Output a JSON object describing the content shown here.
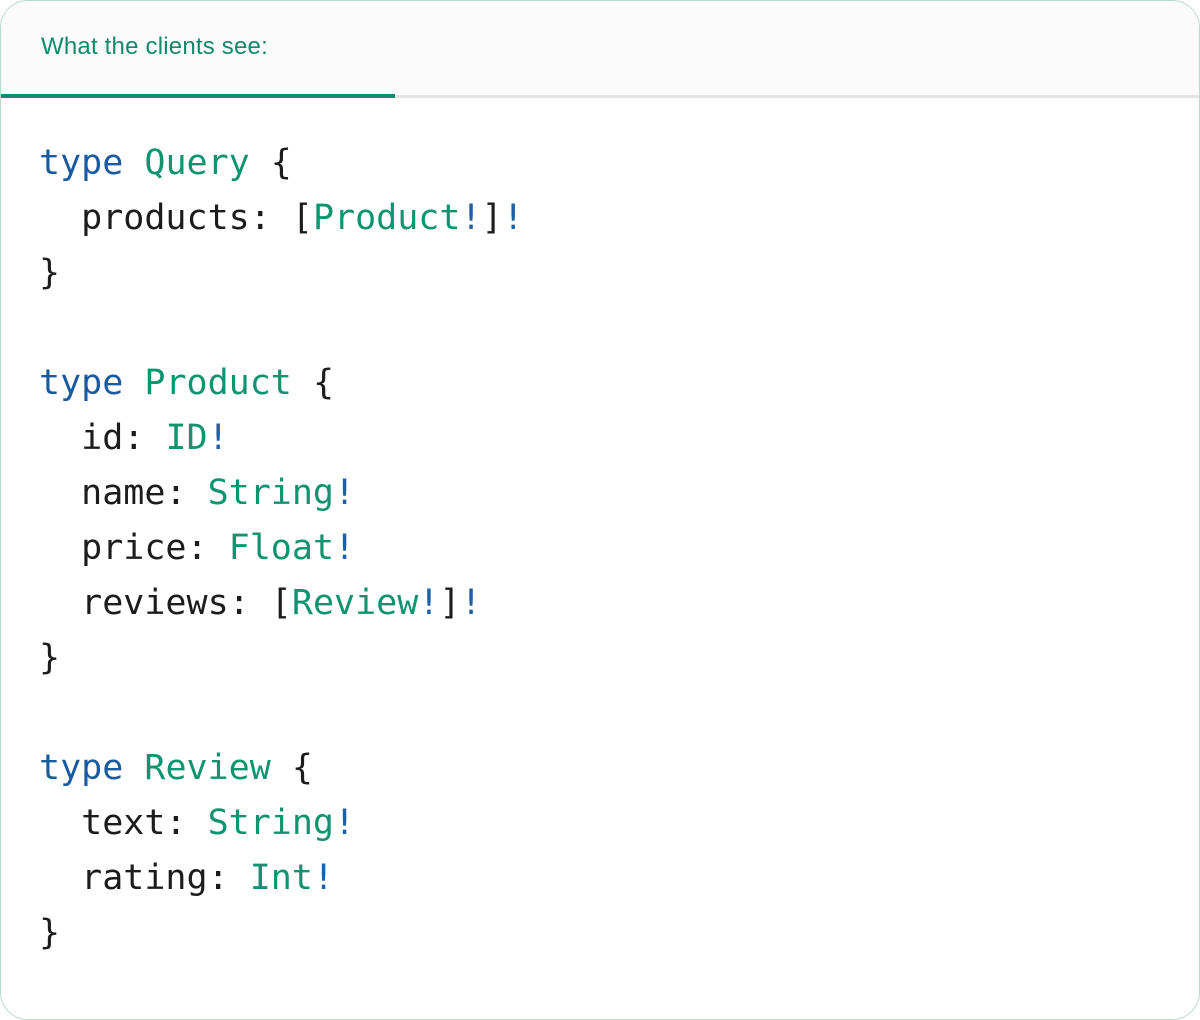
{
  "card": {
    "tab_label": "What the clients see:",
    "accent_color": "#12896c",
    "border_color": "#b7dcc9",
    "divider_color": "#e4e4e4"
  },
  "code": {
    "language": "graphql-schema",
    "colors": {
      "keyword": "#1a5a9e",
      "type": "#0f9472",
      "bang": "#1f5fa5",
      "plain": "#1c1c1c",
      "accent": "#12896c",
      "border": "#b7dcc9"
    },
    "plain_text": "type Query {\n  products: [Product!]!\n}\n\ntype Product {\n  id: ID!\n  name: String!\n  price: Float!\n  reviews: [Review!]!\n}\n\ntype Review {\n  text: String!\n  rating: Int!\n}",
    "lines": [
      [
        [
          "kw",
          "type"
        ],
        [
          "pl",
          " "
        ],
        [
          "ty",
          "Query"
        ],
        [
          "pl",
          " {"
        ]
      ],
      [
        [
          "pl",
          "  products: ["
        ],
        [
          "ty",
          "Product"
        ],
        [
          "bang",
          "!"
        ],
        [
          "pl",
          "]"
        ],
        [
          "bang",
          "!"
        ]
      ],
      [
        [
          "pl",
          "}"
        ]
      ],
      [],
      [
        [
          "kw",
          "type"
        ],
        [
          "pl",
          " "
        ],
        [
          "ty",
          "Product"
        ],
        [
          "pl",
          " {"
        ]
      ],
      [
        [
          "pl",
          "  id: "
        ],
        [
          "ty",
          "ID"
        ],
        [
          "bang",
          "!"
        ]
      ],
      [
        [
          "pl",
          "  name: "
        ],
        [
          "ty",
          "String"
        ],
        [
          "bang",
          "!"
        ]
      ],
      [
        [
          "pl",
          "  price: "
        ],
        [
          "ty",
          "Float"
        ],
        [
          "bang",
          "!"
        ]
      ],
      [
        [
          "pl",
          "  reviews: ["
        ],
        [
          "ty",
          "Review"
        ],
        [
          "bang",
          "!"
        ],
        [
          "pl",
          "]"
        ],
        [
          "bang",
          "!"
        ]
      ],
      [
        [
          "pl",
          "}"
        ]
      ],
      [],
      [
        [
          "kw",
          "type"
        ],
        [
          "pl",
          " "
        ],
        [
          "ty",
          "Review"
        ],
        [
          "pl",
          " {"
        ]
      ],
      [
        [
          "pl",
          "  text: "
        ],
        [
          "ty",
          "String"
        ],
        [
          "bang",
          "!"
        ]
      ],
      [
        [
          "pl",
          "  rating: "
        ],
        [
          "ty",
          "Int"
        ],
        [
          "bang",
          "!"
        ]
      ],
      [
        [
          "pl",
          "}"
        ]
      ]
    ]
  }
}
